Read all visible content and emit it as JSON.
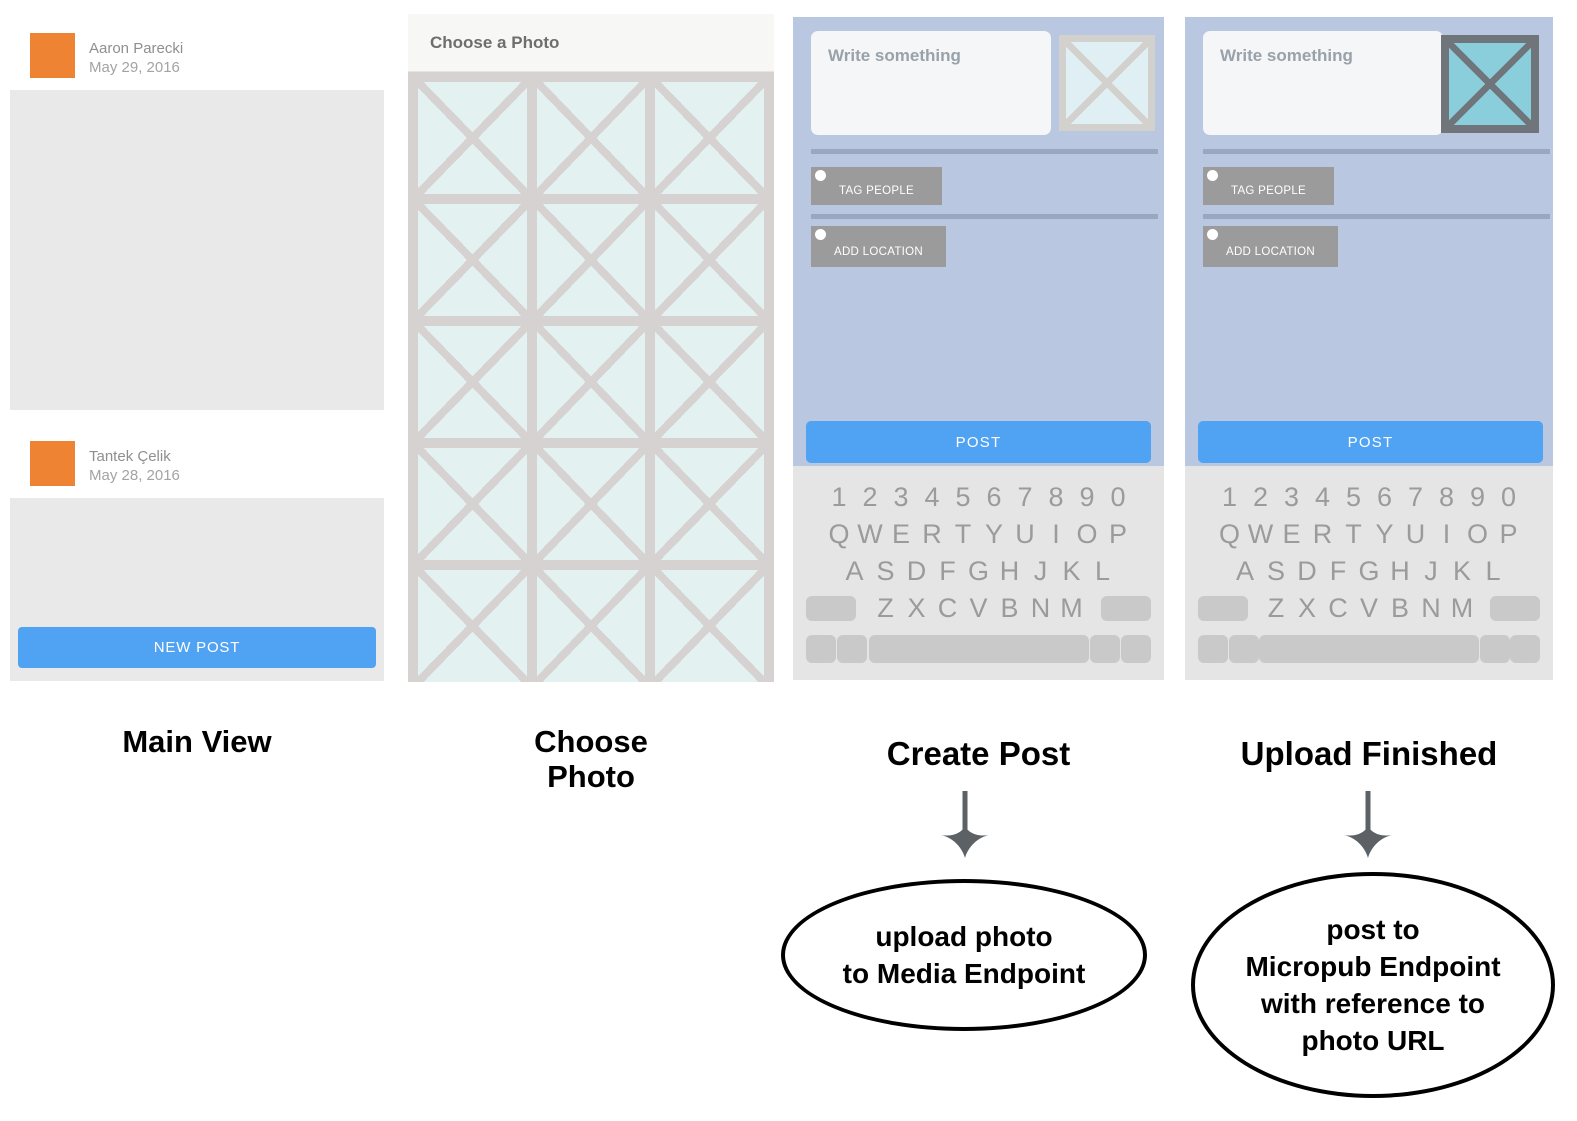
{
  "panels": {
    "main_view": {
      "caption": "Main View",
      "posts": [
        {
          "author": "Aaron Parecki",
          "date": "May 29, 2016"
        },
        {
          "author": "Tantek Çelik",
          "date": "May 28, 2016"
        }
      ],
      "new_post_label": "NEW POST"
    },
    "choose_photo": {
      "caption": "Choose Photo",
      "header": "Choose a Photo",
      "grid": {
        "cols": 3,
        "cells": 15
      }
    },
    "create_post": {
      "caption": "Create Post",
      "compose_placeholder": "Write something",
      "tag_people_label": "TAG PEOPLE",
      "add_location_label": "ADD LOCATION",
      "post_label": "POST",
      "photo_state": "empty-placeholder"
    },
    "upload_finished": {
      "caption": "Upload Finished",
      "compose_placeholder": "Write something",
      "tag_people_label": "TAG PEOPLE",
      "add_location_label": "ADD LOCATION",
      "post_label": "POST",
      "photo_state": "uploaded-photo"
    }
  },
  "keyboard": {
    "rows": [
      "1234567890",
      "QWERTYUIOP",
      "ASDFGHJKL",
      "ZXCVBNM"
    ]
  },
  "flow": {
    "create_post_note": {
      "lines": [
        "upload photo",
        "to Media Endpoint"
      ]
    },
    "upload_finished_note": {
      "lines": [
        "post to",
        "Micropub Endpoint",
        "with reference to",
        "photo URL"
      ]
    }
  },
  "colors": {
    "accent_blue": "#50a2f3",
    "avatar_orange": "#ee8433",
    "panel_blue": "#b9c7e0",
    "button_gray": "#9b9b9b",
    "divider_blue_gray": "#9aa8bf",
    "keyboard_bg": "#e5e5e5",
    "key_gray": "#c9c9c9",
    "photo_cell_teal": "#e4f1f1",
    "uploaded_photo_teal": "#8acedb",
    "placeholder_gray": "#e9e9e9"
  }
}
